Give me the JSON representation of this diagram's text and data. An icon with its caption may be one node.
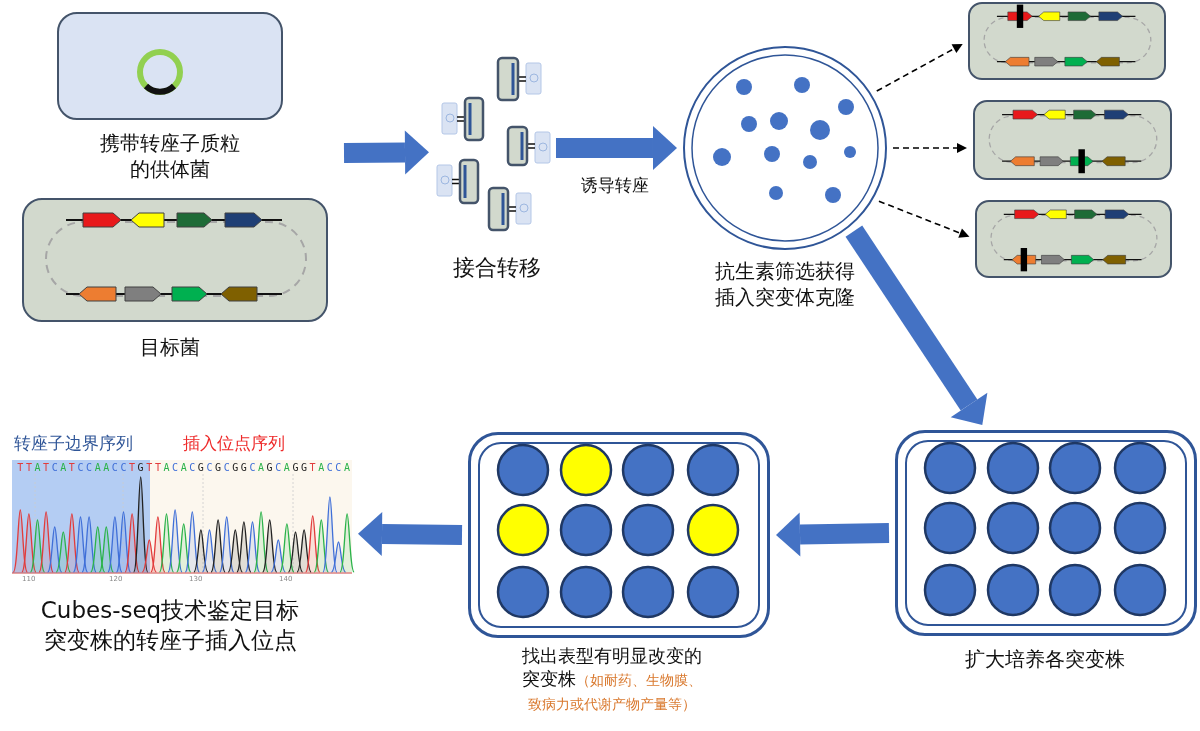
{
  "diagram": {
    "nodes": [
      {
        "text": [],
        "shape": "box",
        "beside": [
          "携带转座子质粒的供体菌"
        ]
      },
      {
        "text": [],
        "shape": "box",
        "beside": [
          "目标菌"
        ]
      },
      {
        "text": [],
        "shape": "picture",
        "beside": [
          "接合转移"
        ]
      },
      {
        "text": [],
        "shape": "circle",
        "beside": [
          "抗生素筛选获得插入突变体克隆"
        ]
      },
      {
        "text": [],
        "shape": "box"
      },
      {
        "text": [],
        "shape": "box"
      },
      {
        "text": [],
        "shape": "box"
      },
      {
        "text": [],
        "shape": "box",
        "beside": [
          "扩大培养各突变株"
        ]
      },
      {
        "text": [],
        "shape": "box",
        "beside": [
          "找出表型有明显改变的突变株",
          "（如耐药、生物膜、致病力或代谢产物产量等）"
        ]
      },
      {
        "text": [],
        "shape": "picture",
        "beside": [
          "Cubes-seq技术鉴定目标突变株的转座子插入位点"
        ]
      }
    ],
    "edges": [
      {
        "from": null,
        "to": 2,
        "arrow": "to"
      },
      {
        "from": 2,
        "to": 3,
        "arrow": "to",
        "label": "诱导转座"
      },
      {
        "from": 3,
        "to": 4,
        "arrow": "to",
        "style": "dashed",
        "color": "#000000"
      },
      {
        "from": 3,
        "to": 5,
        "arrow": "to",
        "style": "dashed",
        "color": "#000000"
      },
      {
        "from": 3,
        "to": 6,
        "arrow": "to",
        "style": "dashed",
        "color": "#000000"
      },
      {
        "from": 3,
        "to": 7,
        "arrow": "to"
      },
      {
        "from": 7,
        "to": 8,
        "arrow": "to"
      },
      {
        "from": 8,
        "to": 9,
        "arrow": "to"
      }
    ],
    "labels": [
      "转座子边界序列",
      "插入位点序列",
      "TTATCATCCAACCTGT",
      "TACACGCGCGGCAGCAGGTACCA",
      "110",
      "120",
      "130",
      "140"
    ]
  }
}
